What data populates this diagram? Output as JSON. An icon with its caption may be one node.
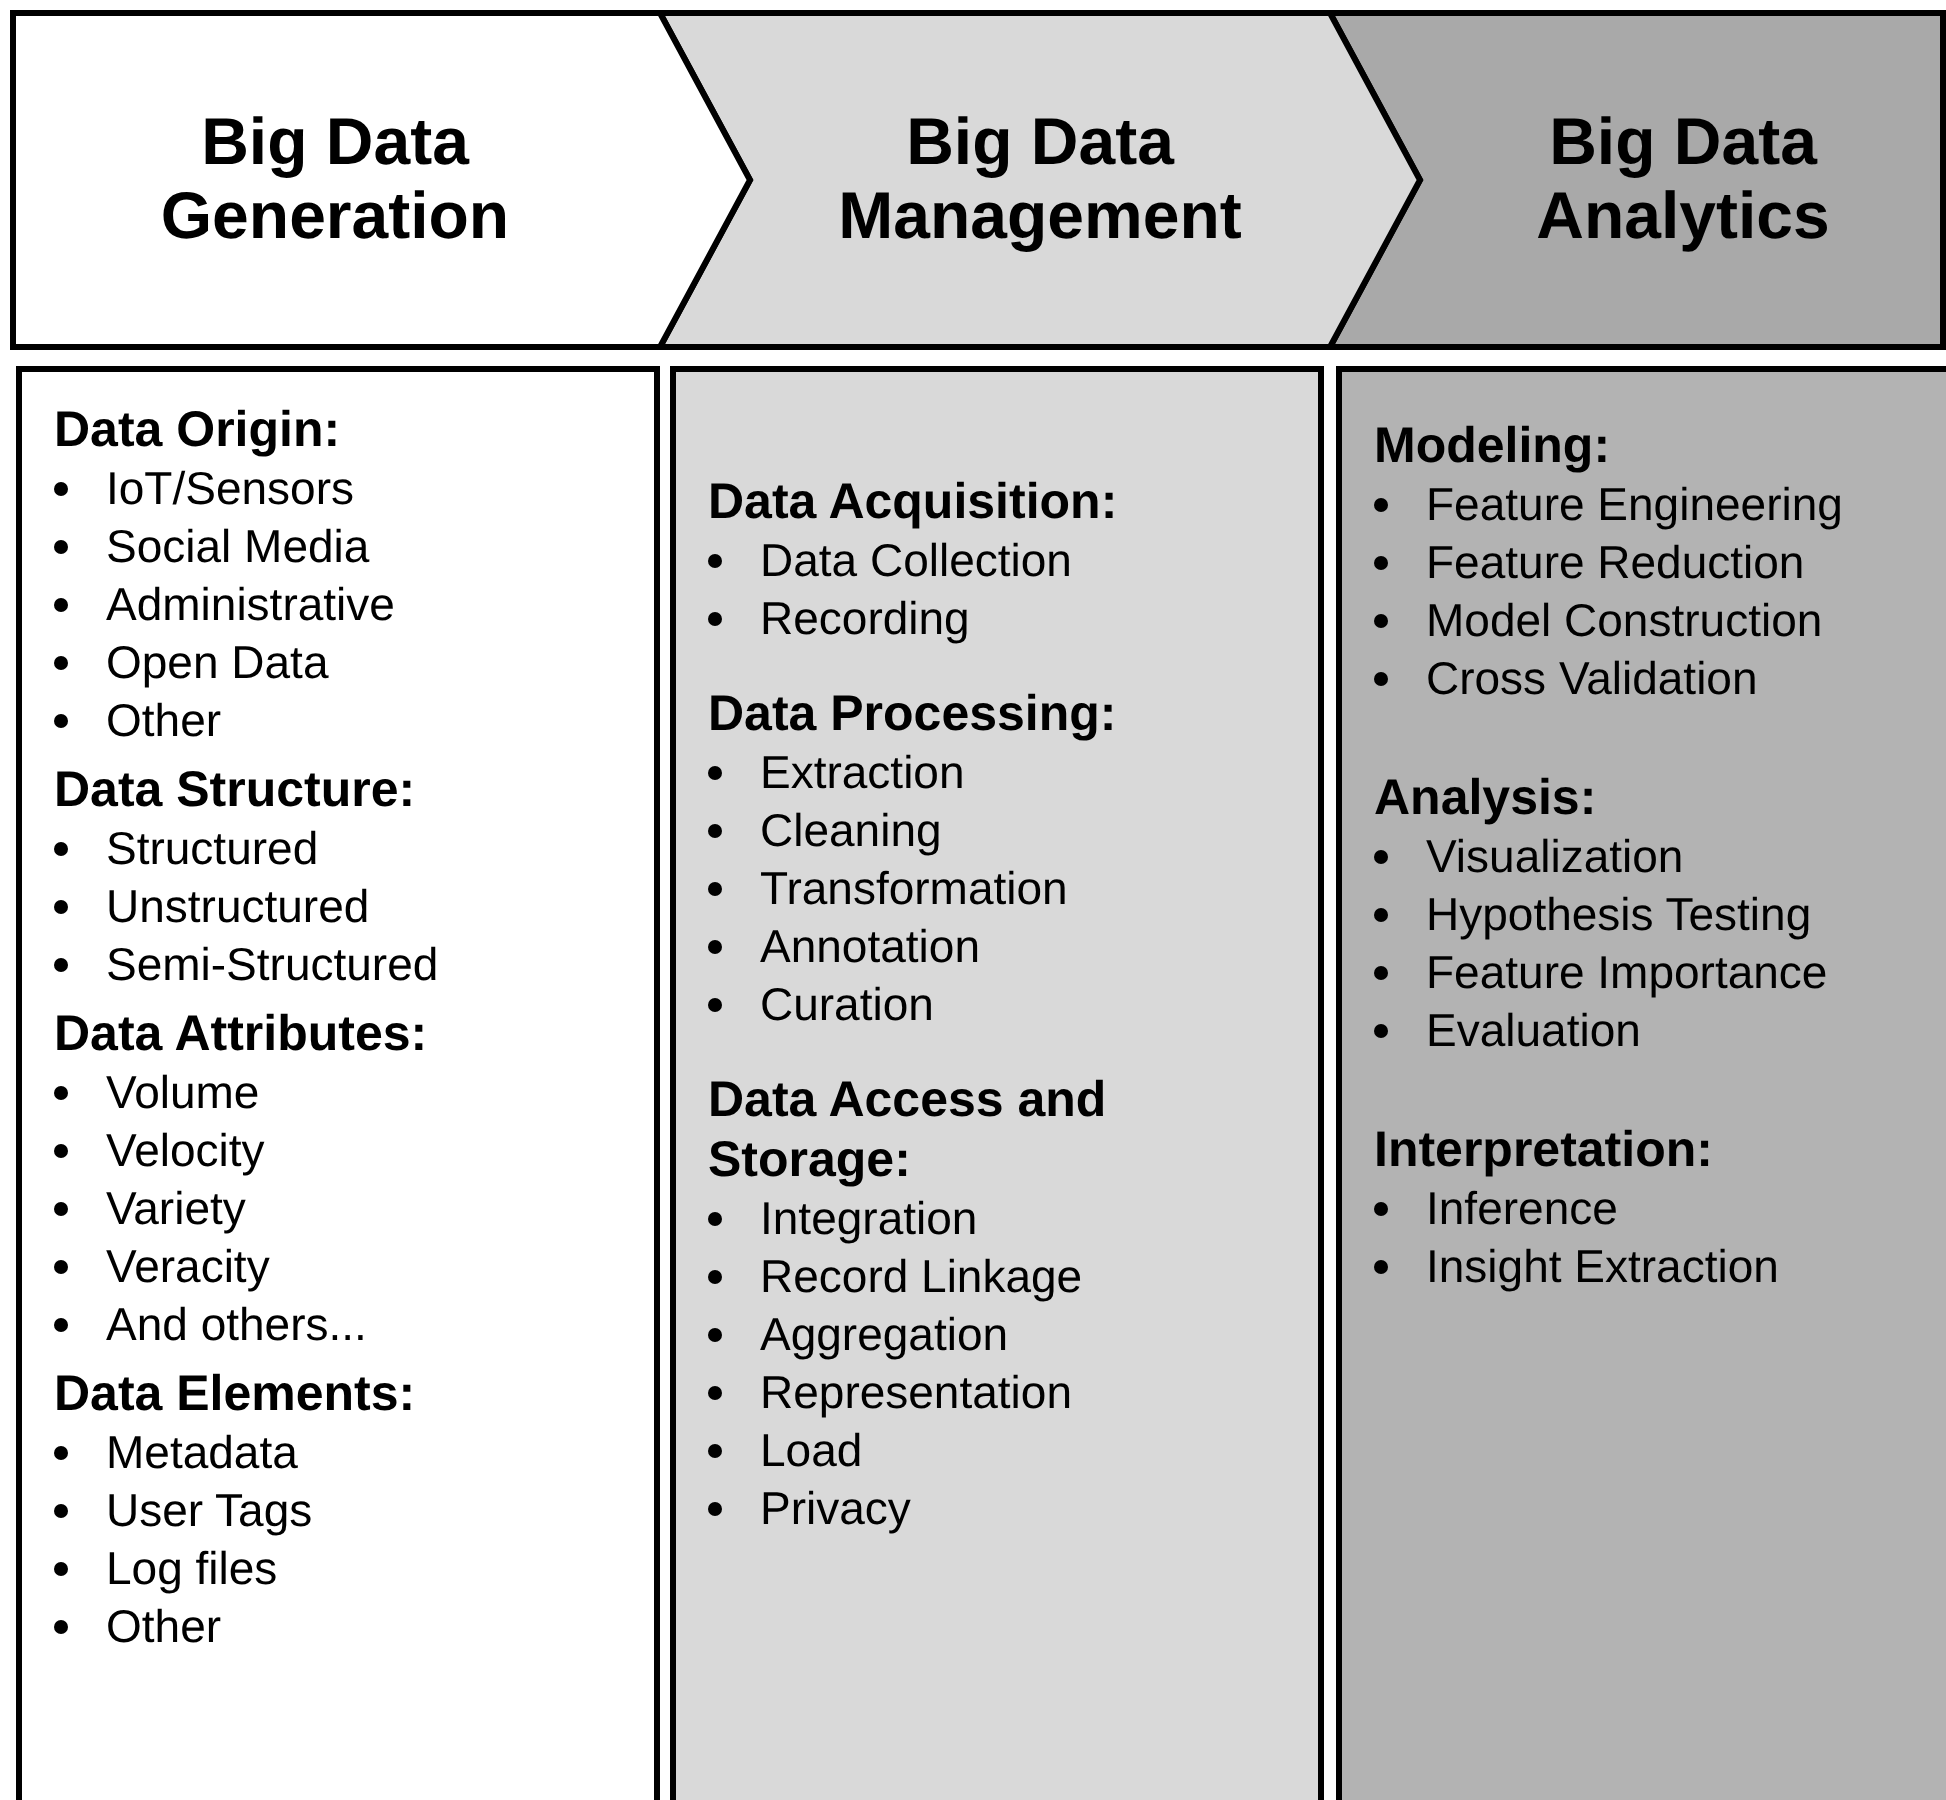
{
  "diagram": {
    "nodes": [
      {
        "text": [
          "Big Data Generation"
        ]
      },
      {
        "text": [
          "Big Data Management"
        ]
      },
      {
        "text": [
          "Big Data Analytics"
        ]
      },
      {
        "text": [],
        "shape": "box"
      },
      {
        "text": [
          "Data Origin:",
          "IoT/Sensors",
          "Social Media",
          "Administrative",
          "Open Data",
          "Other"
        ],
        "in": 3
      },
      {
        "text": [
          "Data Structure:",
          "Structured",
          "Unstructured",
          "Semi-Structured"
        ],
        "in": 3
      },
      {
        "text": [
          "Data Attributes:",
          "Volume",
          "Velocity",
          "Variety",
          "Veracity",
          "And others..."
        ],
        "in": 3
      },
      {
        "text": [
          "Data Elements:",
          "Metadata",
          "User Tags",
          "Log files",
          "Other"
        ],
        "in": 3
      },
      {
        "text": [],
        "shape": "box"
      },
      {
        "text": [
          "Data Acquisition:",
          "Data Collection",
          "Recording"
        ],
        "in": 8
      },
      {
        "text": [
          "Data Processing:",
          "Extraction",
          "Cleaning",
          "Transformation",
          "Annotation",
          "Curation"
        ],
        "in": 8
      },
      {
        "text": [
          "Data Access and Storage:",
          "Integration",
          "Record Linkage",
          "Aggregation",
          "Representation",
          "Load",
          "Privacy"
        ],
        "in": 8
      },
      {
        "text": [],
        "shape": "box"
      },
      {
        "text": [
          "Modeling:",
          "Feature Engineering",
          "Feature Reduction",
          "Model Construction",
          "Cross Validation"
        ],
        "in": 12
      },
      {
        "text": [
          "Analysis:",
          "Visualization",
          "Hypothesis Testing",
          "Feature Importance",
          "Evaluation"
        ],
        "in": 12
      },
      {
        "text": [
          "Interpretation:",
          "Inference",
          "Insight Extraction"
        ],
        "in": 12
      }
    ]
  }
}
